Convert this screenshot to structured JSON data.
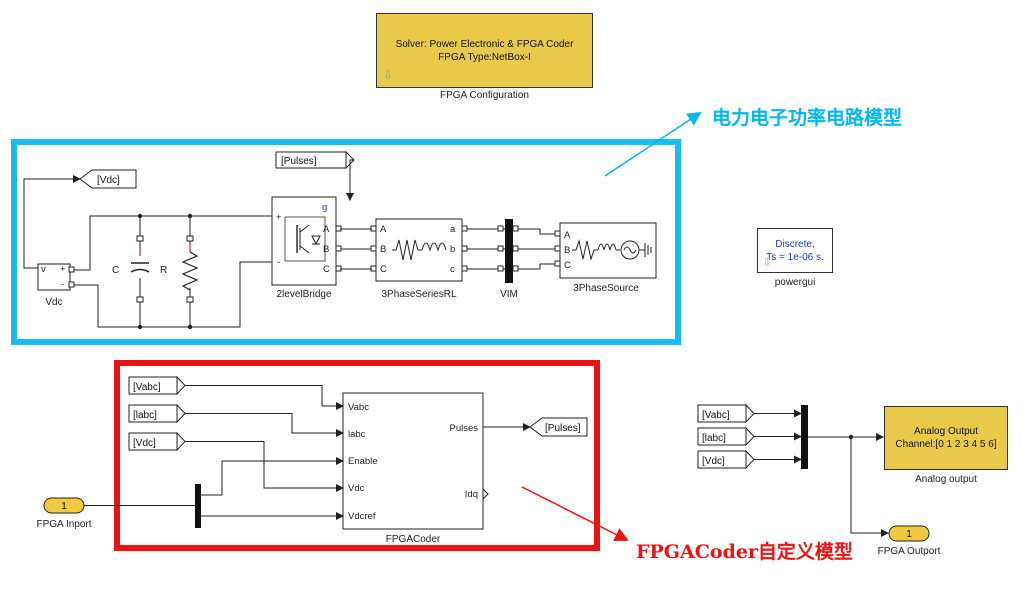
{
  "fpga_config": {
    "line1": "Solver: Power Electronic & FPGA Coder",
    "line2": "FPGA Type:NetBox-I",
    "caption": "FPGA Configuration"
  },
  "powergui": {
    "line1": "Discrete,",
    "line2": "Ts = 1e-06 s.",
    "caption": "powergui"
  },
  "annotations": {
    "power_circuit": "电力电子功率电路模型",
    "fpga_coder": "FPGACoder自定义模型",
    "power_circuit_color": "#00b7f0",
    "fpga_coder_color": "#ee1111"
  },
  "power_circuit": {
    "vdc_tag": "[Vdc]",
    "pulses_tag": "[Pulses]",
    "vdc_block": "Vdc",
    "vdc_port": "v",
    "plus": "+",
    "minus": "-",
    "cap_label": "C",
    "res_label": "R",
    "bridge_caption": "2levelBridge",
    "bridge_ports": [
      "+",
      "-",
      "g",
      "A",
      "B",
      "C"
    ],
    "series_caption": "3PhaseSeriesRL",
    "series_ports_in": [
      "A",
      "B",
      "C"
    ],
    "series_ports_out": [
      "a",
      "b",
      "c"
    ],
    "vim_caption": "VIM",
    "source_caption": "3PhaseSource",
    "source_ports": [
      "A",
      "B",
      "C"
    ]
  },
  "fpga_coder": {
    "tags": [
      "[Vabc]",
      "[labc]",
      "[Vdc]"
    ],
    "inport_num": "1",
    "inport_caption": "FPGA Inport",
    "block_caption": "FPGACoder",
    "inputs": [
      "Vabc",
      "labc",
      "Enable",
      "Vdc",
      "Vdcref"
    ],
    "outputs": [
      "Pulses",
      "Idq"
    ],
    "pulses_tag": "[Pulses]"
  },
  "analog": {
    "tags": [
      "[Vabc]",
      "[labc]",
      "[Vdc]"
    ],
    "line1": "Analog Output",
    "line2": "Channel:[0 1 2 3 4 5 6]",
    "caption": "Analog output",
    "outport_num": "1",
    "outport_caption": "FPGA Outport"
  },
  "colors": {
    "block_yellow": "#e8c94a",
    "powergui_text": "#1a3ad8",
    "port_oval": "#f0c93e"
  }
}
